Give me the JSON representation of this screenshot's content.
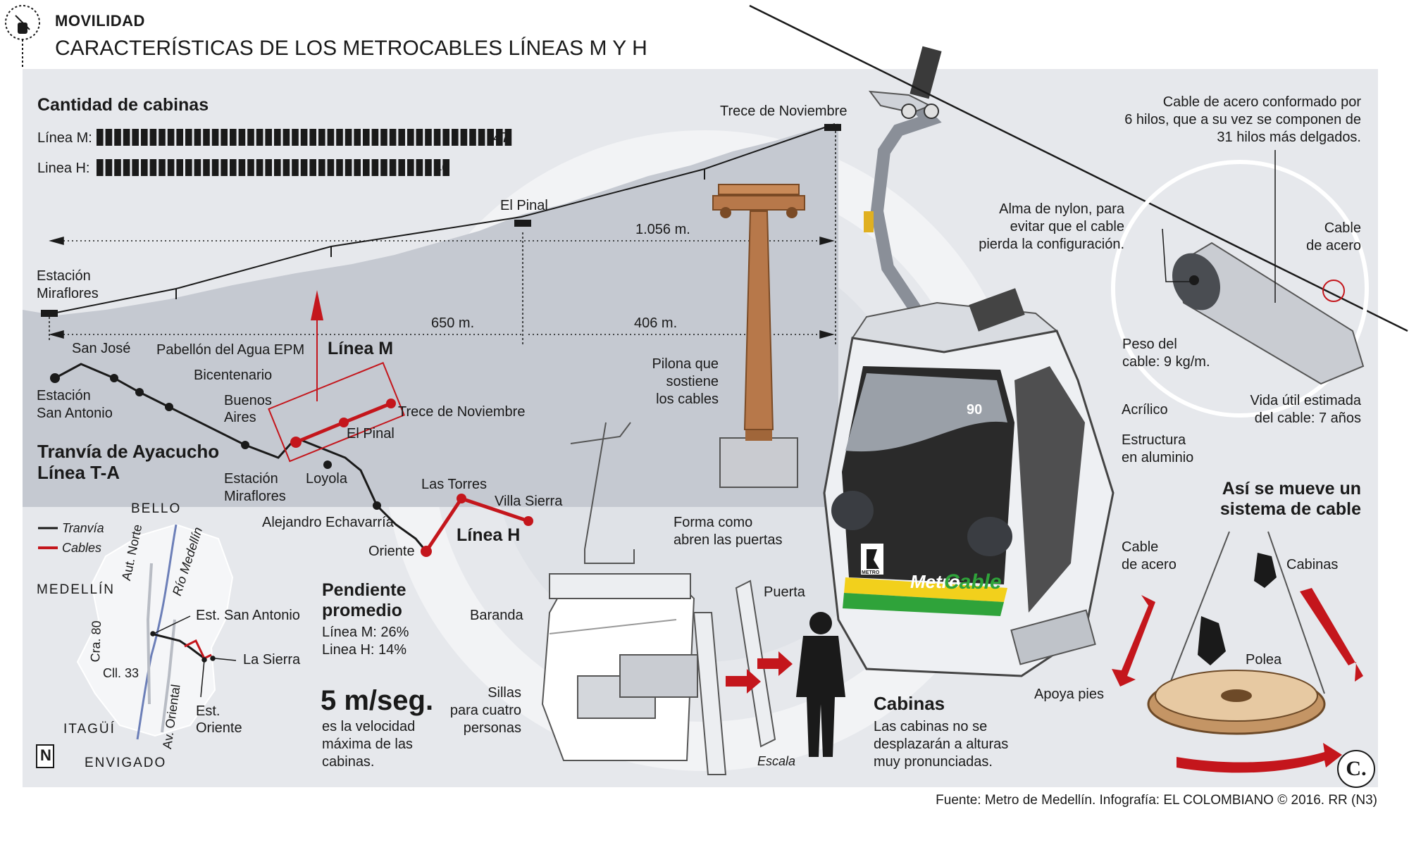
{
  "header": {
    "kicker": "MOVILIDAD",
    "title": "CARACTERÍSTICAS DE LOS METROCABLES LÍNEAS M Y H"
  },
  "cabins_count": {
    "title": "Cantidad de cabinas",
    "rows": [
      {
        "label": "Línea M:",
        "value": "47",
        "count": 47
      },
      {
        "label": "Linea H:",
        "value": "40",
        "count": 40
      }
    ]
  },
  "profile": {
    "stations": [
      "Estación",
      "Miraflores",
      "El Pinal",
      "Trece de Noviembre"
    ],
    "distances": {
      "total": "1.056 m.",
      "segment_1": "650 m.",
      "segment_2": "406 m."
    }
  },
  "route_map": {
    "tram_stations": [
      "Estación",
      "San Antonio",
      "San José",
      "Pabellón del Agua EPM",
      "Bicentenario",
      "Buenos",
      "Aires",
      "Estación",
      "Miraflores",
      "Loyola",
      "Alejandro Echavarría",
      "Oriente"
    ],
    "line_m_title": "Línea M",
    "line_m_stations": [
      "El Pinal",
      "Trece de Noviembre"
    ],
    "line_h_title": "Línea H",
    "line_h_stations": [
      "Las Torres",
      "Villa Sierra"
    ],
    "tram_title_1": "Tranvía de Ayacucho",
    "tram_title_2": "Línea T-A",
    "legend": [
      {
        "label": "Tranvía",
        "color": "#1a1a1a"
      },
      {
        "label": "Cables",
        "color": "#c4161c"
      }
    ]
  },
  "city_map": {
    "places": [
      "BELLO",
      "MEDELLÍN",
      "ITAGÜÍ",
      "ENVIGADO"
    ],
    "roads": [
      "Aut. Norte",
      "Río Medellín",
      "Cra. 80",
      "Cll. 33",
      "Av. Oriental"
    ],
    "points": [
      "Est. San Antonio",
      "La Sierra",
      "Est.",
      "Oriente"
    ],
    "north": "N"
  },
  "slope": {
    "title_1": "Pendiente",
    "title_2": "promedio",
    "line_m": "Línea M: 26%",
    "line_h": "Linea H: 14%"
  },
  "speed": {
    "value": "5 m/seg.",
    "desc": [
      "es la velocidad",
      "máxima de las",
      "cabinas."
    ]
  },
  "pylon": {
    "label": [
      "Pilona que",
      "sostiene",
      "los cables"
    ]
  },
  "cabin_parts": {
    "baranda": "Baranda",
    "sillas": [
      "Sillas",
      "para cuatro",
      "personas"
    ],
    "doors": [
      "Forma como",
      "abren las puertas"
    ],
    "puerta": "Puerta",
    "escala": "Escala",
    "acrilico": "Acrílico",
    "estructura": [
      "Estructura",
      "en aluminio"
    ],
    "apoya_pies": "Apoya pies",
    "cabin_number": "90",
    "brand_metro": "Metro",
    "brand_cable": "Cable",
    "badge": "METRO"
  },
  "cable": {
    "desc": [
      "Cable de acero conformado por",
      "6 hilos, que a su vez se componen de",
      "31 hilos más delgados."
    ],
    "nylon": [
      "Alma de nylon, para",
      "evitar que el cable",
      "pierda la configuración."
    ],
    "acero": [
      "Cable",
      "de acero"
    ],
    "peso": [
      "Peso del",
      "cable: 9 kg/m."
    ],
    "vida": [
      "Vida útil estimada",
      "del cable: 7 años"
    ]
  },
  "cabins_note": {
    "title": "Cabinas",
    "text": [
      "Las cabinas no se",
      "desplazarán a alturas",
      "muy pronunciadas."
    ]
  },
  "system": {
    "title": [
      "Así se mueve un",
      "sistema de cable"
    ],
    "cable": [
      "Cable",
      "de acero"
    ],
    "cabinas": "Cabinas",
    "polea": "Polea"
  },
  "footer": {
    "source": "Fuente: Metro de Medellín. Infografía: EL COLOMBIANO © 2016. RR (N3)",
    "logo": "C."
  },
  "colors": {
    "red": "#c4161c",
    "panel": "#e6e8ec",
    "dark": "#1a1a1a",
    "terrain": "#c5c9d1"
  }
}
